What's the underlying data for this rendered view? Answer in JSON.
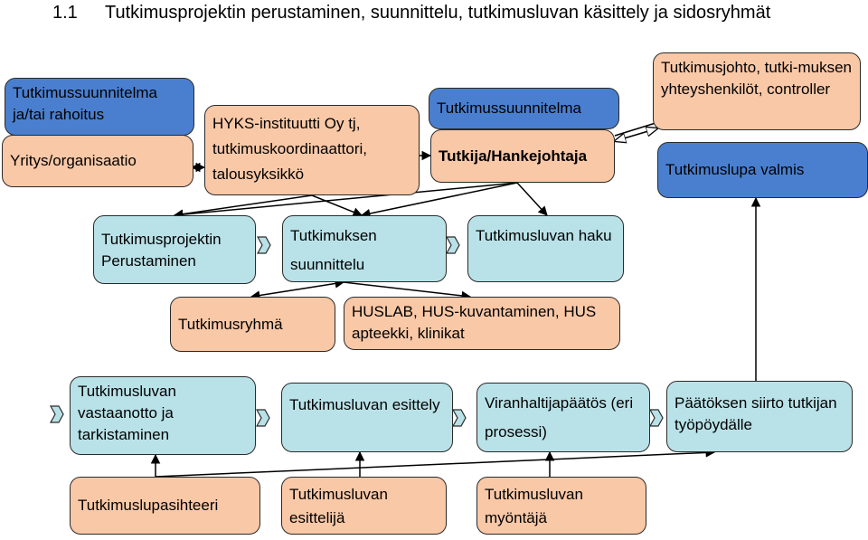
{
  "heading": {
    "number": "1.1",
    "text": "Tutkimusprojektin perustaminen, suunnittelu, tutkimusluvan käsittely ja sidosryhmät"
  },
  "boxes": {
    "plan_funding": "Tutkimussuunnitelma ja/tai rahoitus",
    "company": "Yritys/organisaatio",
    "hyks": "HYKS-instituutti Oy tj, tutkimuskoordinaattori, talousyksikkö",
    "research_plan": "Tutkimussuunnitelma",
    "researcher": "Tutkija/Hankejohtaja",
    "management": "Tutkimusjohto, tutki-muksen yhteyshenkilöt, controller",
    "permit_ready": "Tutkimuslupa valmis",
    "project_setup": "Tutkimusprojektin Perustaminen",
    "planning": "Tutkimuksen suunnittelu",
    "application": "Tutkimusluvan haku",
    "research_group": "Tutkimusryhmä",
    "huslab": "HUSLAB, HUS-kuvantaminen, HUS apteekki, klinikat",
    "reception": "Tutkimusluvan vastaanotto ja tarkistaminen",
    "presentation": "Tutkimusluvan esittely",
    "decision": "Viranhaltijapäätös (eri prosessi)",
    "transfer": "Päätöksen siirto tutkijan työpöydälle",
    "permit_expert": "Tutkimuslupasihteeri",
    "presenter": "Tutkimusluvan esittelijä",
    "grantor": "Tutkimusluvan myöntäjä"
  },
  "colors": {
    "blue": "#4a7fcf",
    "peach": "#f9c8a7",
    "teal": "#b9e2e8"
  }
}
